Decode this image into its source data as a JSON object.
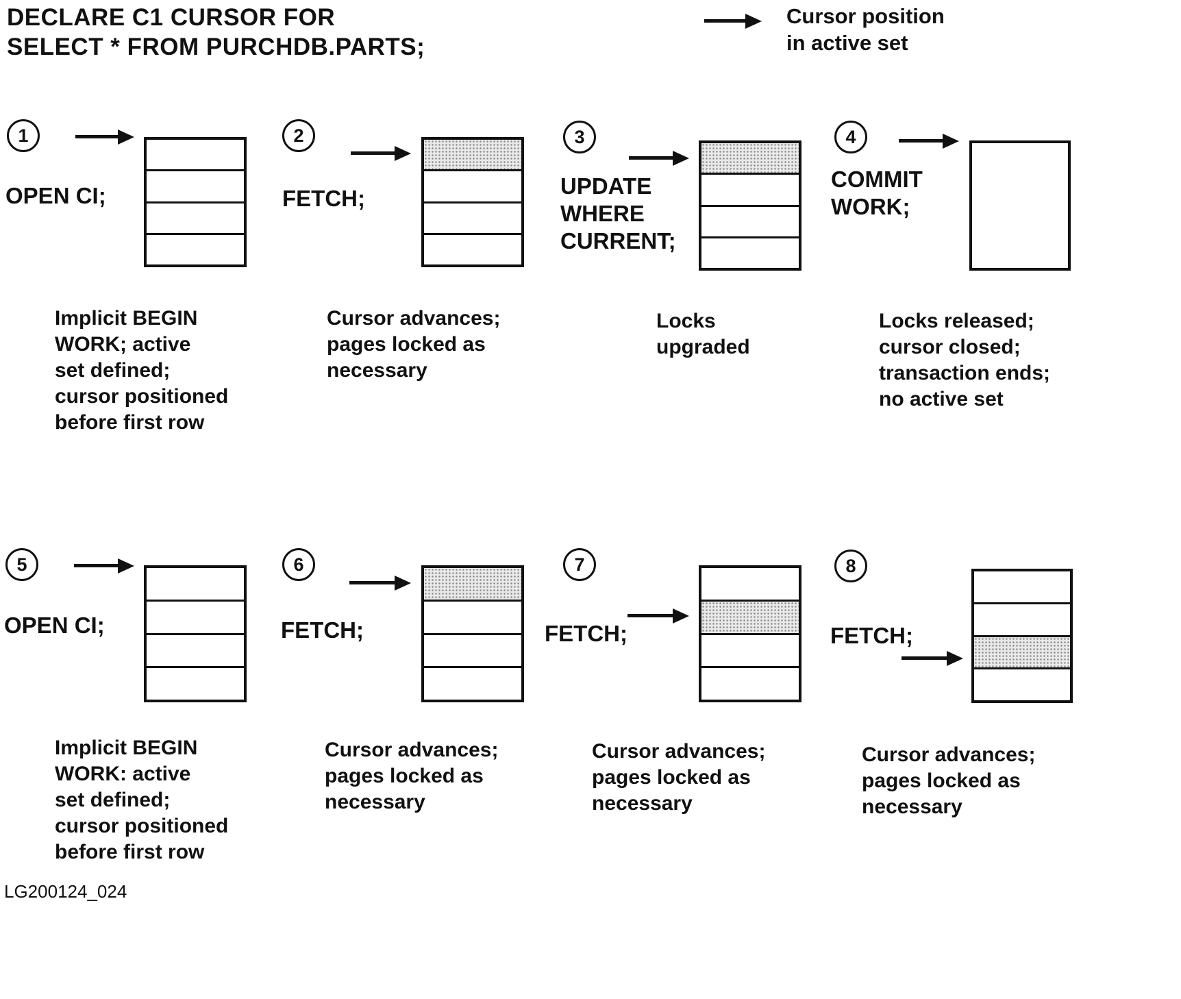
{
  "title": {
    "line1": "DECLARE C1 CURSOR FOR",
    "line2": "SELECT * FROM PURCHDB.PARTS;"
  },
  "legend": {
    "label": "Cursor position\nin active set"
  },
  "figure_id": "LG200124_024",
  "steps": [
    {
      "number": "1",
      "command": "OPEN CI;",
      "description": "Implicit BEGIN\nWORK; active\nset defined;\ncursor positioned\nbefore first row",
      "rows": 4,
      "shaded_row": null
    },
    {
      "number": "2",
      "command": "FETCH;",
      "description": "Cursor advances;\npages locked as\nnecessary",
      "rows": 4,
      "shaded_row": 1
    },
    {
      "number": "3",
      "command": "UPDATE\nWHERE\nCURRENT;",
      "description": "Locks\nupgraded",
      "rows": 4,
      "shaded_row": 1
    },
    {
      "number": "4",
      "command": "COMMIT\nWORK;",
      "description": "Locks released;\ncursor closed;\ntransaction ends;\nno active set",
      "rows": 0,
      "shaded_row": null
    },
    {
      "number": "5",
      "command": "OPEN CI;",
      "description": "Implicit BEGIN\nWORK: active\nset defined;\ncursor positioned\nbefore first row",
      "rows": 4,
      "shaded_row": null
    },
    {
      "number": "6",
      "command": "FETCH;",
      "description": "Cursor advances;\npages locked as\nnecessary",
      "rows": 4,
      "shaded_row": 1
    },
    {
      "number": "7",
      "command": "FETCH;",
      "description": "Cursor advances;\npages locked as\nnecessary",
      "rows": 4,
      "shaded_row": 2
    },
    {
      "number": "8",
      "command": "FETCH;",
      "description": "Cursor advances;\npages locked as\nnecessary",
      "rows": 4,
      "shaded_row": 3
    }
  ]
}
